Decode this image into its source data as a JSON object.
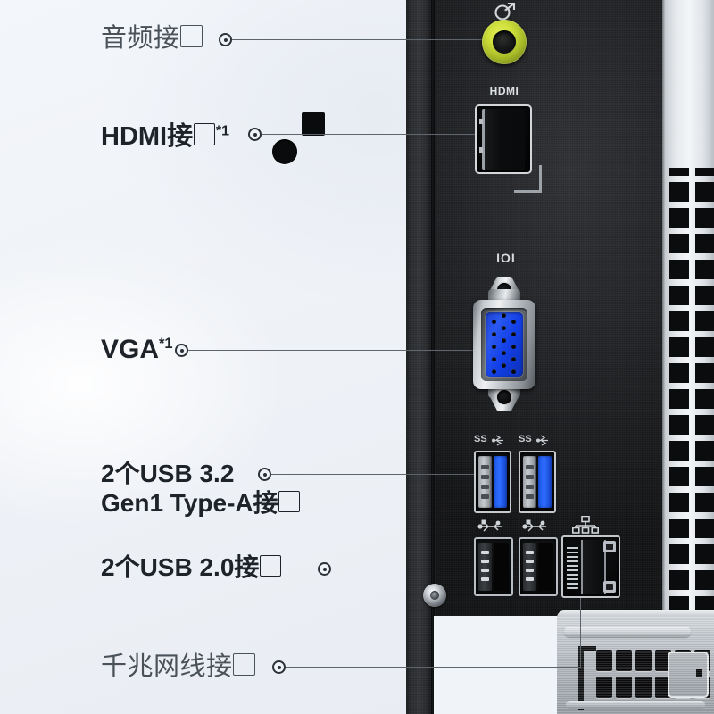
{
  "page": {
    "kind": "product-detail-photo-callout",
    "subject": "desktop-pc-rear-io-panel",
    "background_color": "#f0f3f7"
  },
  "callouts": [
    {
      "id": "audio",
      "label": "音频接",
      "has_missing_glyph": true,
      "superscript": "",
      "weight": "light",
      "target": "audio-line-out-jack"
    },
    {
      "id": "hdmi",
      "label": "HDMI接",
      "has_missing_glyph": true,
      "superscript": "*1",
      "weight": "bold",
      "target": "hdmi-port"
    },
    {
      "id": "vga",
      "label": "VGA",
      "has_missing_glyph": false,
      "superscript": "*1",
      "weight": "bold",
      "target": "vga-port"
    },
    {
      "id": "usb3",
      "label_line1": "2个USB 3.2",
      "label_line2": "Gen1 Type-A接",
      "has_missing_glyph": true,
      "superscript": "",
      "weight": "bold",
      "target": "usb3-ports"
    },
    {
      "id": "usb2",
      "label": "2个USB 2.0接",
      "has_missing_glyph": true,
      "superscript": "",
      "weight": "bold",
      "target": "usb2-ports"
    },
    {
      "id": "lan",
      "label": "千兆网线接",
      "has_missing_glyph": true,
      "superscript": "",
      "weight": "light",
      "target": "rj45-ethernet-port"
    }
  ],
  "ports": {
    "audio_jack": {
      "name": "line-out",
      "color": "#cfe03c",
      "icon": "line-out-icon"
    },
    "hdmi": {
      "name": "HDMI",
      "silk_text": "HDMI"
    },
    "vga": {
      "name": "VGA",
      "silk_text": "IOI",
      "connector_color": "#1f4ae0",
      "pin_count": 15
    },
    "usb3": {
      "name": "USB 3.2 Gen1 Type-A",
      "count": 2,
      "silk_text": "SS",
      "insert_color": "#2358e8"
    },
    "usb2": {
      "name": "USB 2.0",
      "count": 2,
      "icon": "usb-trident-icon",
      "insert_color": "#0a0b0c"
    },
    "ethernet": {
      "name": "Gigabit RJ45",
      "count": 1,
      "icon": "network-icon"
    }
  },
  "colors": {
    "background": "#f0f3f7",
    "panel_black": "#222326",
    "metal_silver": "#c6cbd0",
    "audio_green": "#cfe03c",
    "usb_blue": "#2358e8",
    "vga_blue": "#1f4ae0",
    "label_dark": "#1d2329",
    "label_light": "#4a5158",
    "leader_line": "#5d646b"
  }
}
